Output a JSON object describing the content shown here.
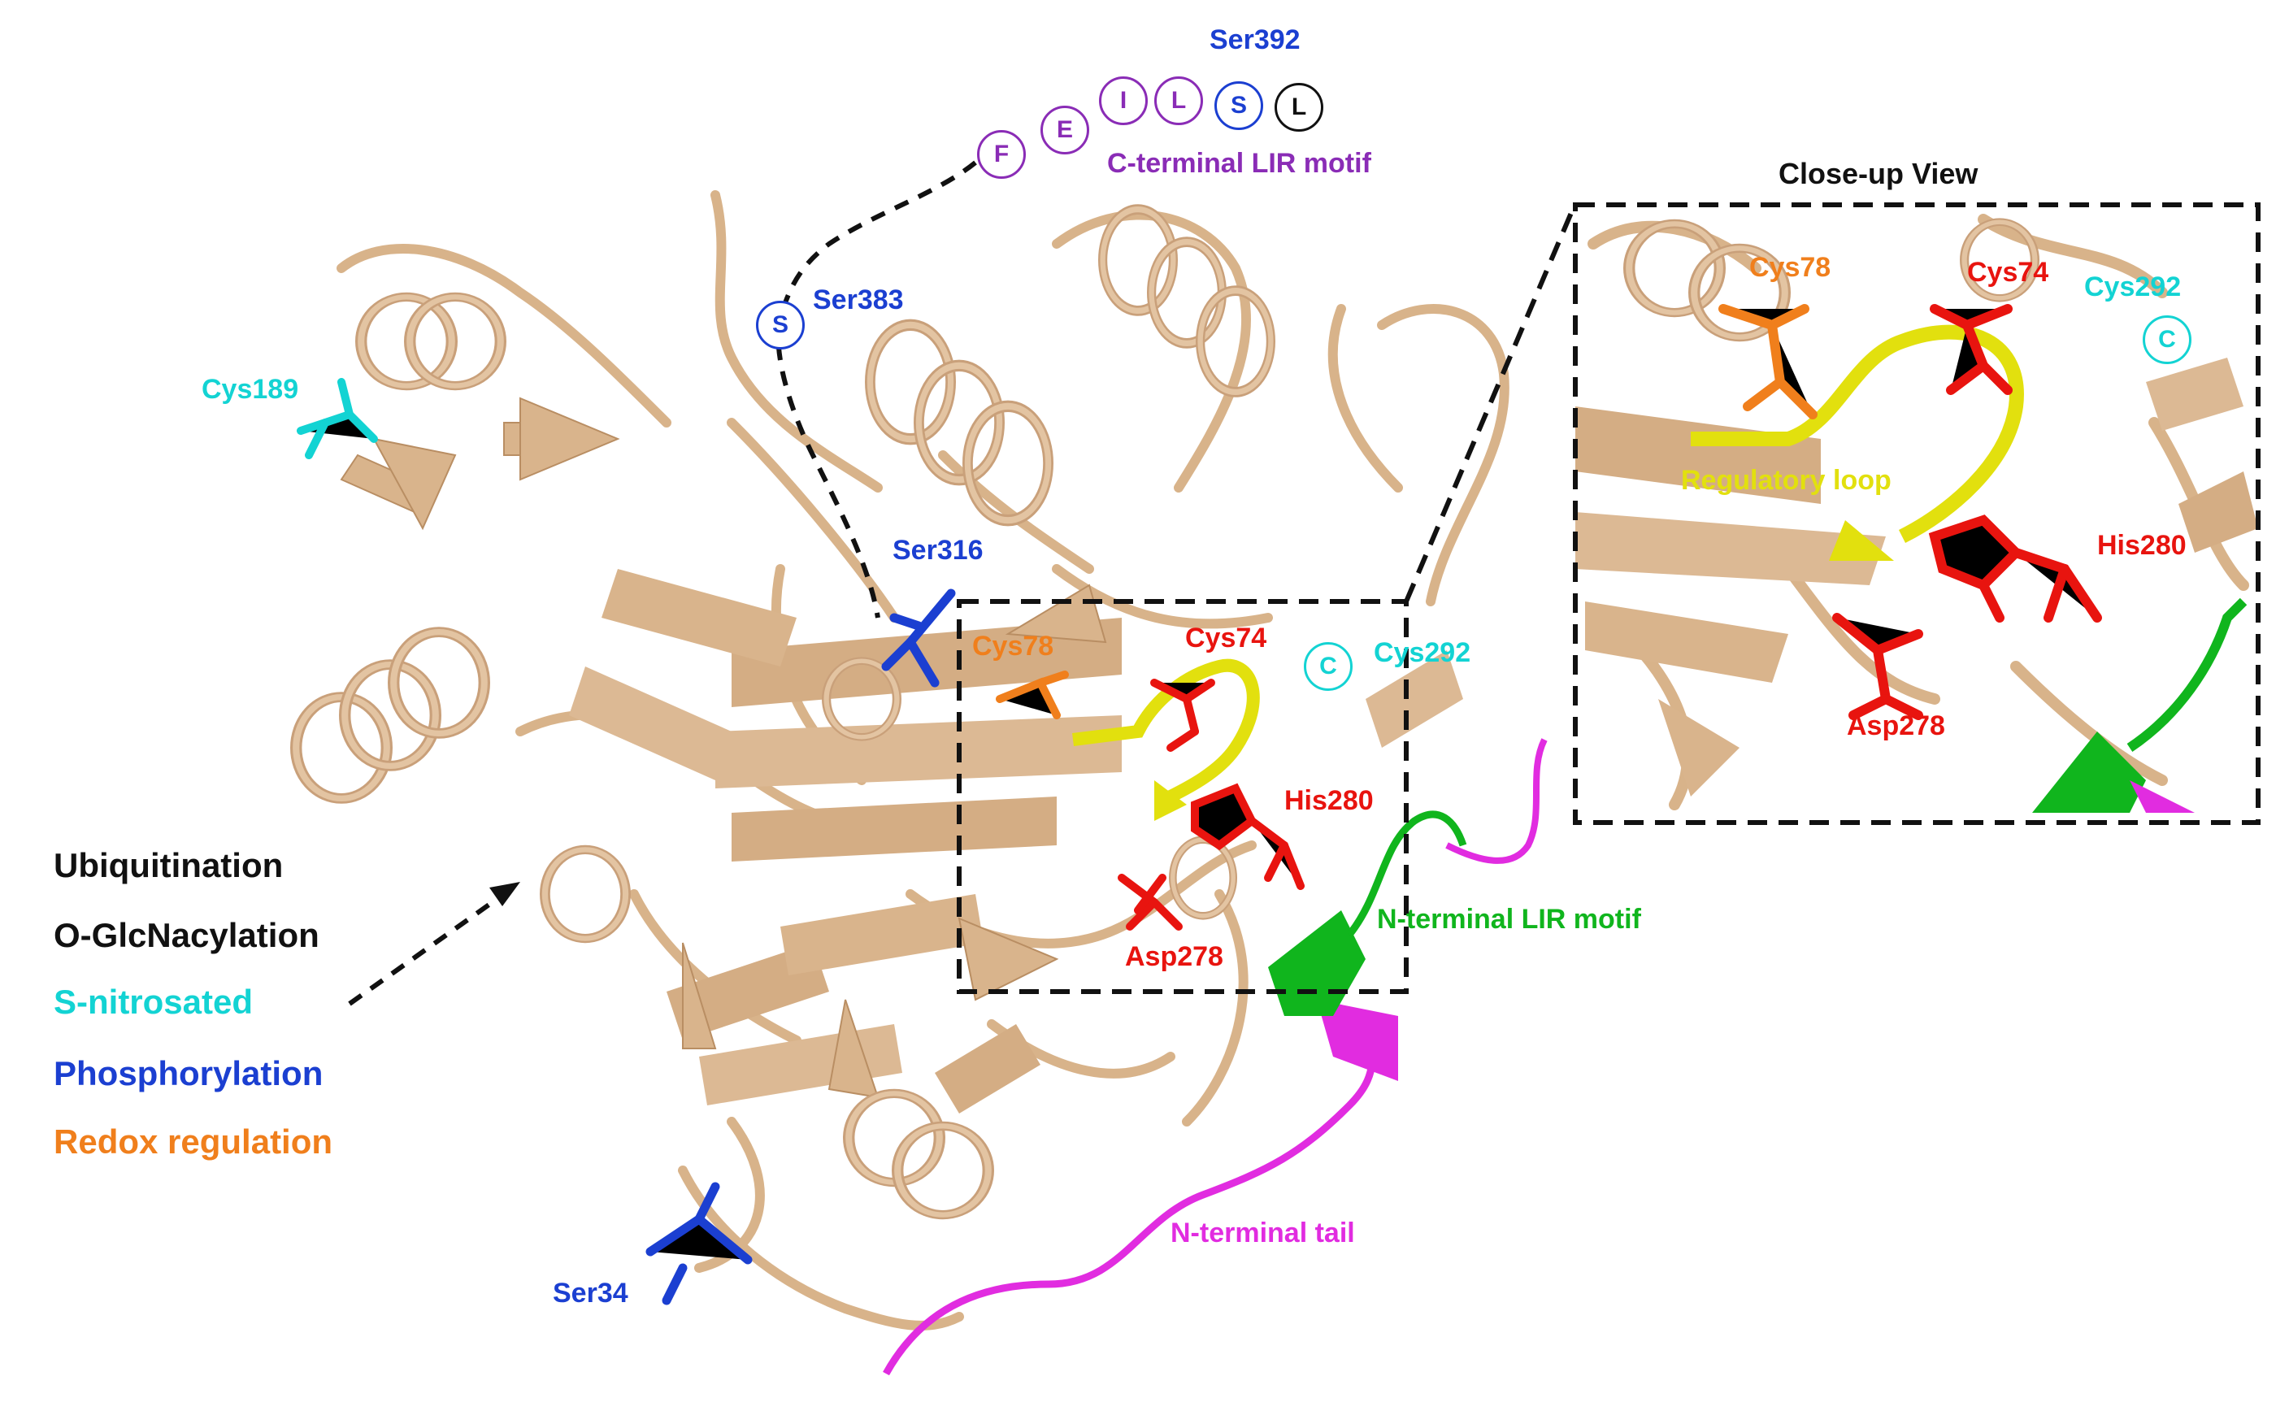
{
  "colors": {
    "protein": "#d9b48c",
    "protein_dark": "#b98e63",
    "cyan": "#13d3d3",
    "blue": "#1b3fd1",
    "orange": "#f07f1c",
    "red": "#e8140f",
    "yellow": "#e2e00e",
    "green": "#10b51d",
    "magenta": "#e12ce0",
    "purple": "#8a2cb6",
    "black": "#111111"
  },
  "closeup": {
    "title": "Close-up View"
  },
  "motif": {
    "label": "C-terminal LIR motif",
    "letters": [
      "F",
      "E",
      "I",
      "L",
      "S",
      "L"
    ],
    "site": "Ser392"
  },
  "residues": {
    "cys189": "Cys189",
    "ser383": "Ser383",
    "ser383_letter": "S",
    "ser316": "Ser316",
    "cys78": "Cys78",
    "cys74": "Cys74",
    "cys292": "Cys292",
    "cys292_letter": "C",
    "his280": "His280",
    "asp278": "Asp278",
    "ser34": "Ser34"
  },
  "regions": {
    "n_lir": "N-terminal LIR motif",
    "n_tail": "N-terminal tail",
    "reg_loop": "Regulatory loop"
  },
  "legend": [
    {
      "label": "Ubiquitination",
      "color": "#111111"
    },
    {
      "label": "O-GlcNacylation",
      "color": "#111111"
    },
    {
      "label": "S-nitrosated",
      "color": "#13d3d3"
    },
    {
      "label": "Phosphorylation",
      "color": "#1b3fd1"
    },
    {
      "label": "Redox regulation",
      "color": "#f07f1c"
    }
  ]
}
